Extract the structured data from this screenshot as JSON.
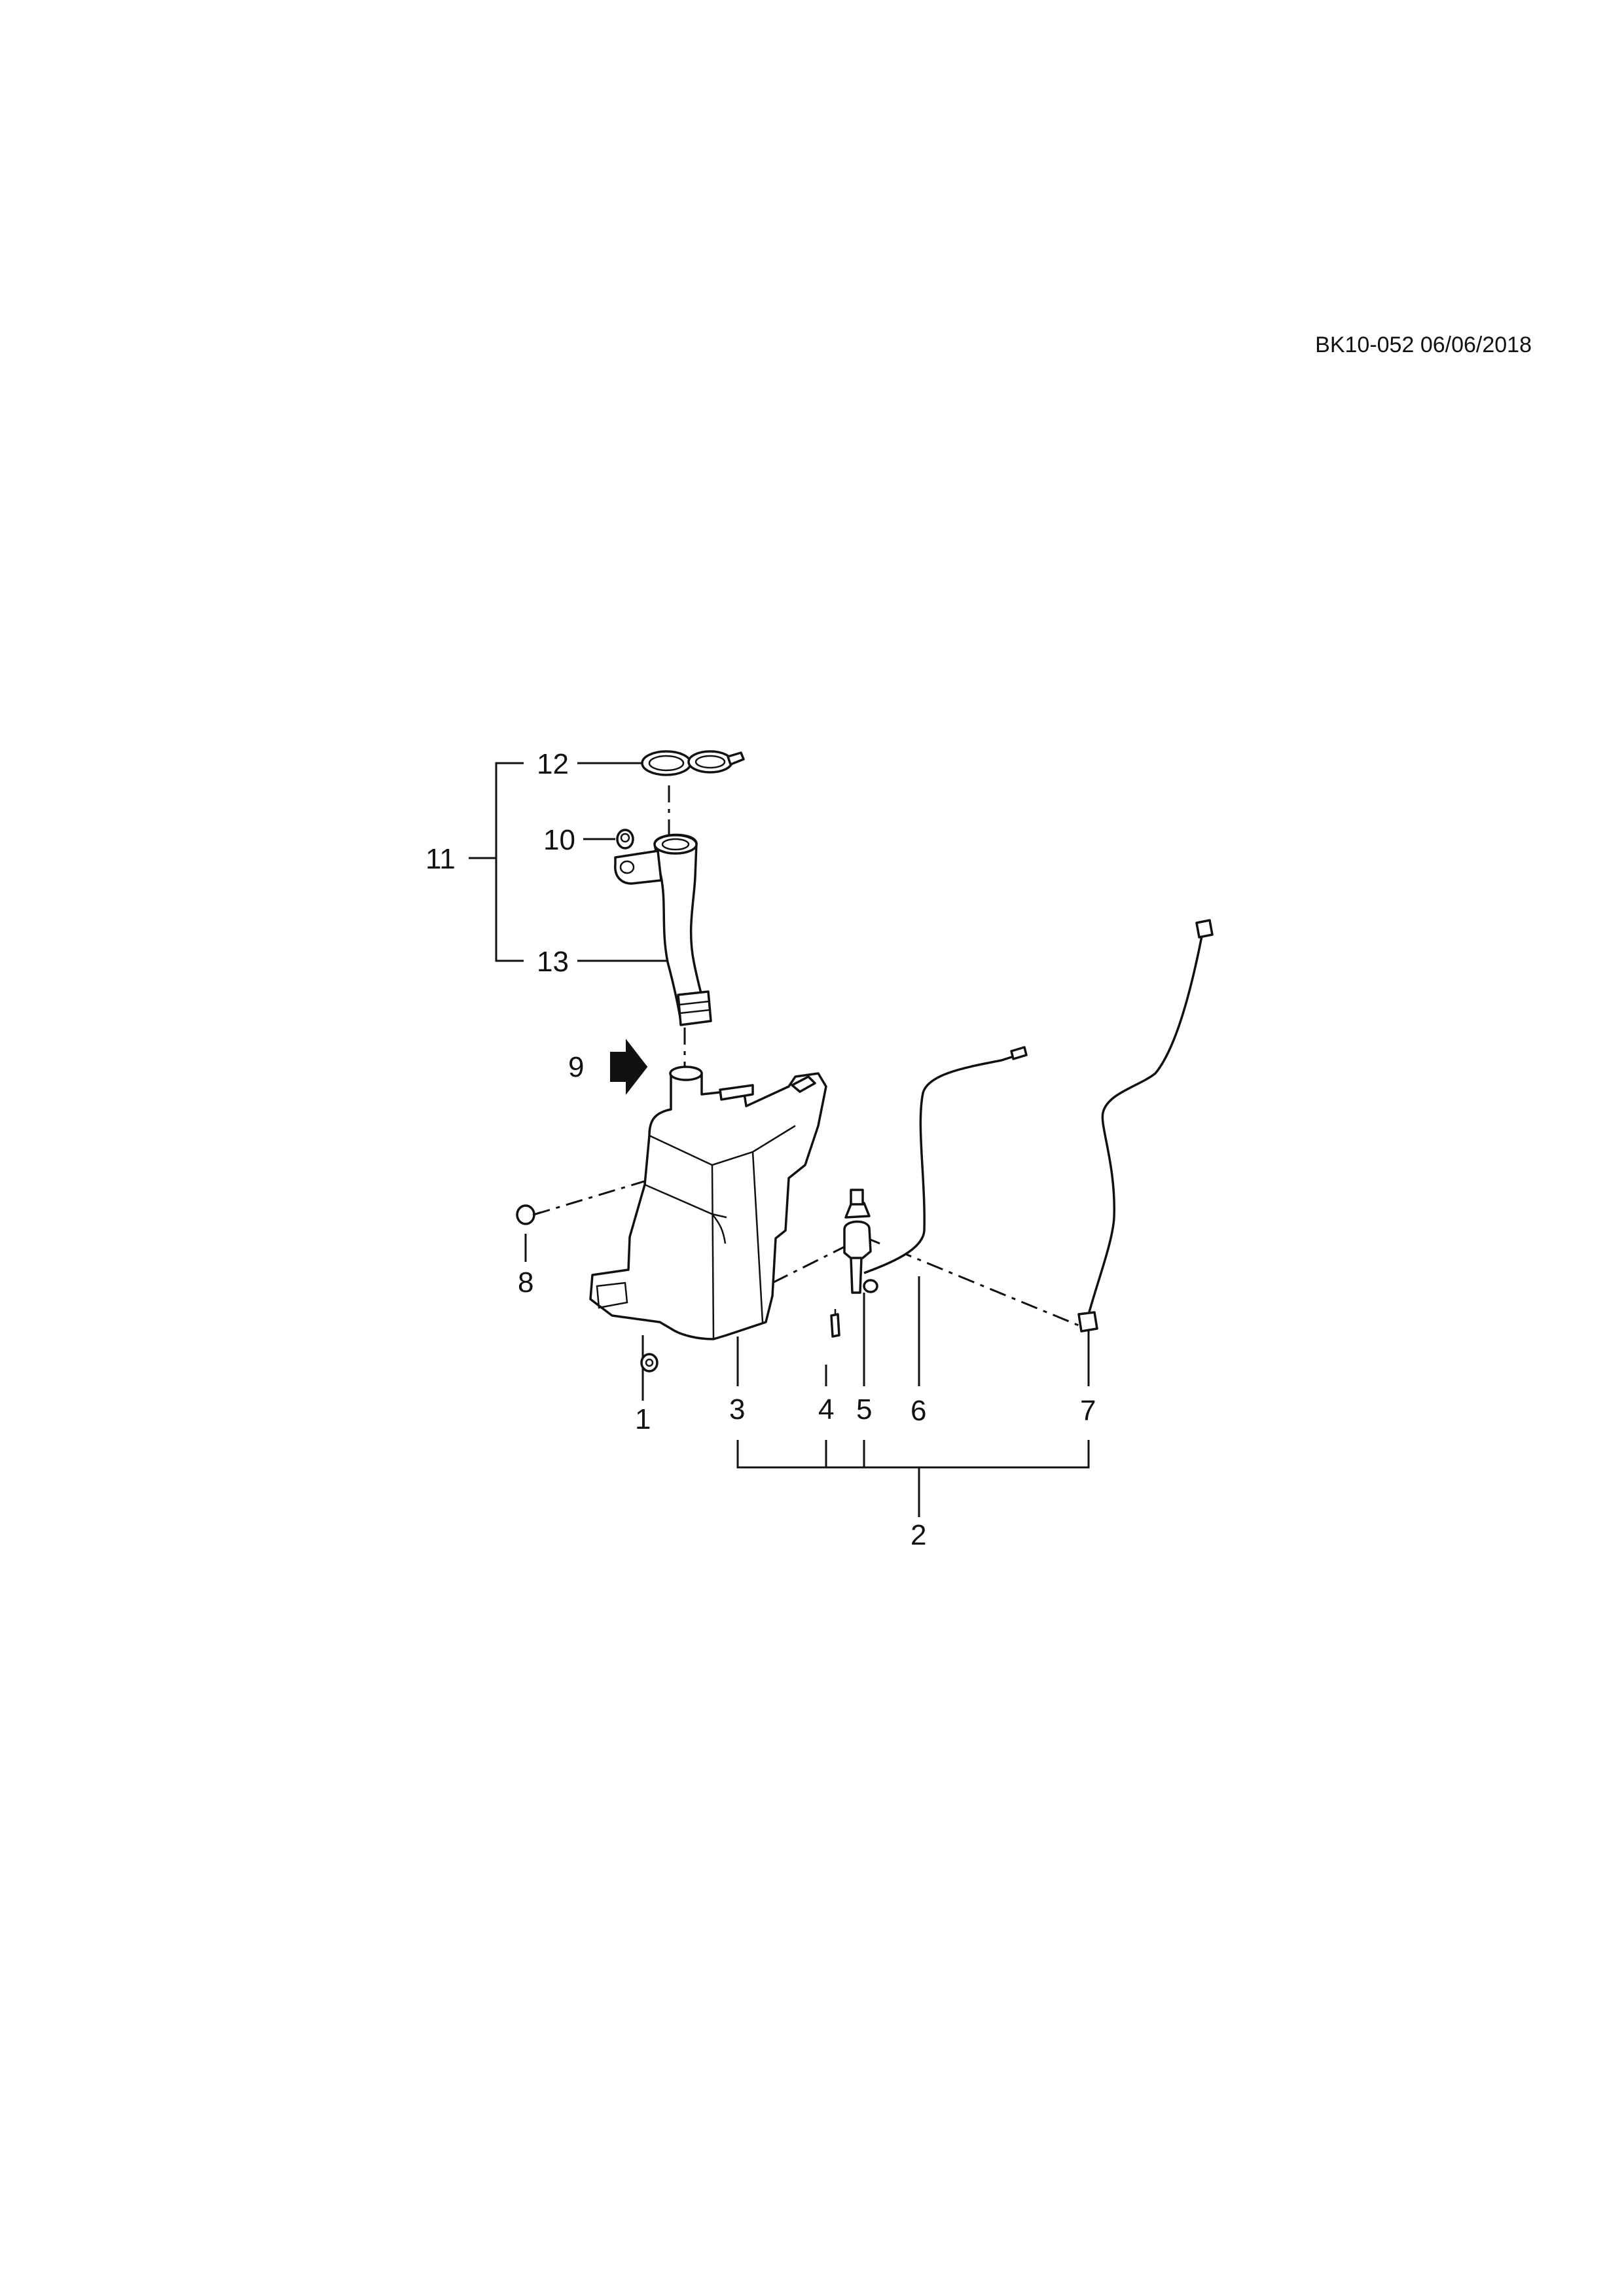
{
  "header": {
    "code": "BK10-052 06/06/2018"
  },
  "callouts": {
    "c1": "1",
    "c2": "2",
    "c3": "3",
    "c4": "4",
    "c5": "5",
    "c6": "6",
    "c7": "7",
    "c8": "8",
    "c9": "9",
    "c10": "10",
    "c11": "11",
    "c12": "12",
    "c13": "13"
  }
}
